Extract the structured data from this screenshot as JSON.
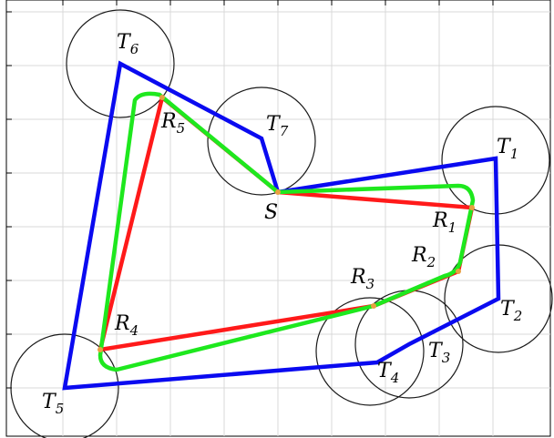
{
  "colors": {
    "background": "#ffffff",
    "grid": "#d9d9d9",
    "axis": "#000000",
    "circle": "#1a1a1a",
    "blue_path": "#0a0af0",
    "red_path": "#ff1a1a",
    "green_path": "#1ee81e",
    "marker": "#e8a040"
  },
  "labels": {
    "T1": {
      "base": "T",
      "sub": "1"
    },
    "T2": {
      "base": "T",
      "sub": "2"
    },
    "T3": {
      "base": "T",
      "sub": "3"
    },
    "T4": {
      "base": "T",
      "sub": "4"
    },
    "T5": {
      "base": "T",
      "sub": "5"
    },
    "T6": {
      "base": "T",
      "sub": "6"
    },
    "T7": {
      "base": "T",
      "sub": "7"
    },
    "R1": {
      "base": "R",
      "sub": "1"
    },
    "R2": {
      "base": "R",
      "sub": "2"
    },
    "R3": {
      "base": "R",
      "sub": "3"
    },
    "R4": {
      "base": "R",
      "sub": "4"
    },
    "R5": {
      "base": "R",
      "sub": "5"
    },
    "S": {
      "base": "S",
      "sub": ""
    }
  }
}
